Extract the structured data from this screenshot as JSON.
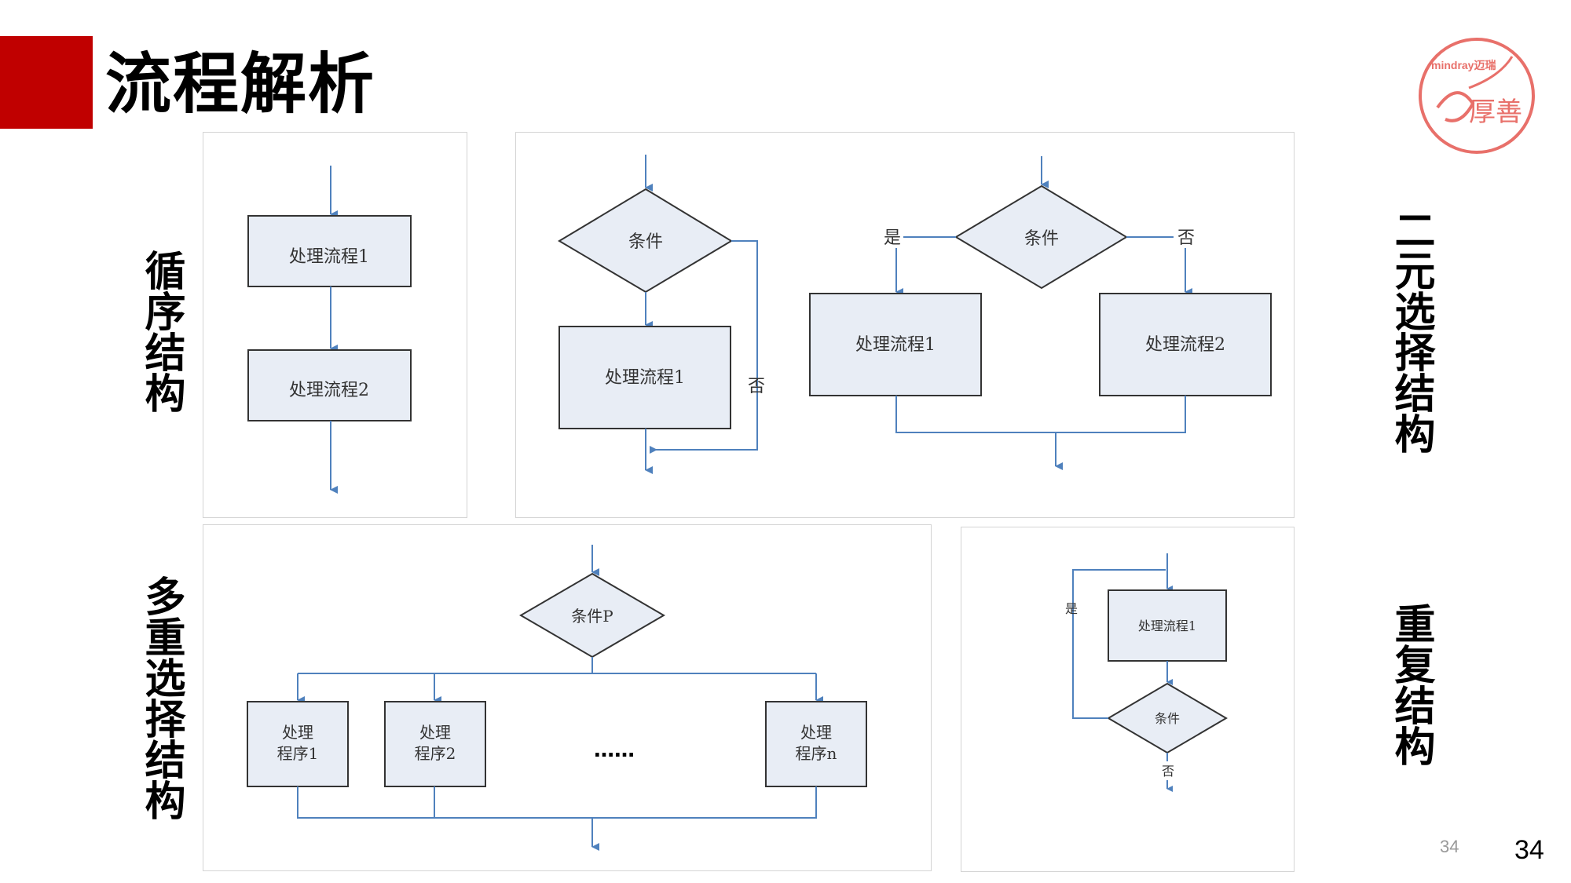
{
  "title": "流程解析",
  "labels": {
    "sequence": "循序结构",
    "binary": "二元选择结构",
    "multi": "多重选择结构",
    "repeat": "重复结构"
  },
  "logo": {
    "brand": "mindray迈瑞",
    "script": "厚善"
  },
  "sequence": {
    "box1": "处理流程1",
    "box2": "处理流程2"
  },
  "single_select": {
    "condition": "条件",
    "box": "处理流程1",
    "no": "否"
  },
  "binary_select": {
    "condition": "条件",
    "yes": "是",
    "no": "否",
    "box1": "处理流程1",
    "box2": "处理流程2"
  },
  "multi_select": {
    "condition": "条件P",
    "boxes": [
      [
        "处理",
        "程序1"
      ],
      [
        "处理",
        "程序2"
      ],
      [
        "处理",
        "程序n"
      ]
    ],
    "ellipsis": "……"
  },
  "repeat": {
    "box": "处理流程1",
    "condition": "条件",
    "yes": "是",
    "no": "否"
  },
  "page_small": "34",
  "page": "34",
  "colors": {
    "accent": "#c00000",
    "line": "#4f81bd",
    "box_fill": "#e8edf5",
    "box_border": "#333333"
  }
}
